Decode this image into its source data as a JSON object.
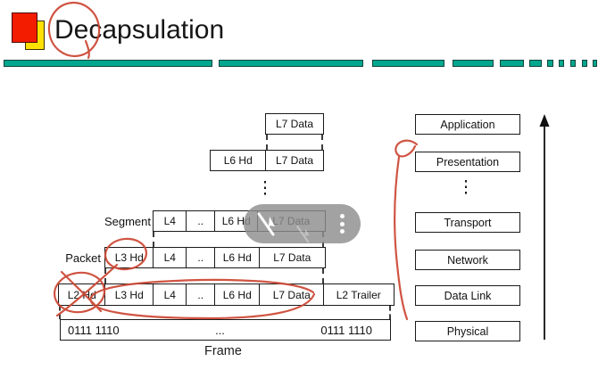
{
  "slide": {
    "title": "Decapsulation"
  },
  "diagram": {
    "ellipsis": "⋮",
    "top_row": {
      "cells": [
        "L7 Data"
      ]
    },
    "l6_row": {
      "cells": [
        "L6 Hd",
        "L7 Data"
      ]
    },
    "segment_row": {
      "label": "Segment",
      "cells": [
        "L4",
        "..",
        "L6 Hd",
        "L7 Data"
      ]
    },
    "packet_row": {
      "label": "Packet",
      "cells": [
        "L3 Hd",
        "L4",
        "..",
        "L6 Hd",
        "L7 Data"
      ]
    },
    "frame_row": {
      "cells": [
        "L2 Hd",
        "L3 Hd",
        "L4",
        "..",
        "L6 Hd",
        "L7 Data",
        "L2 Trailer"
      ]
    },
    "bits_row": {
      "left": "0111 1110",
      "middle": "...",
      "right": "0111 1110"
    },
    "frame_caption": "Frame"
  },
  "osi": {
    "ellipsis": "⋮",
    "layers": [
      "Application",
      "Presentation",
      "Transport",
      "Network",
      "Data Link",
      "Physical"
    ]
  },
  "overlay": {
    "icons": [
      "pointer-hidden-icon",
      "pointer-hidden-ghost-icon",
      "kebab-menu-icon"
    ]
  },
  "colors": {
    "divider_teal": "#00a78e",
    "annotation_red": "#cc4632",
    "logo_red": "#f31b00",
    "logo_yellow": "#ffe000",
    "overlay_gray": "#8e8e8e"
  }
}
